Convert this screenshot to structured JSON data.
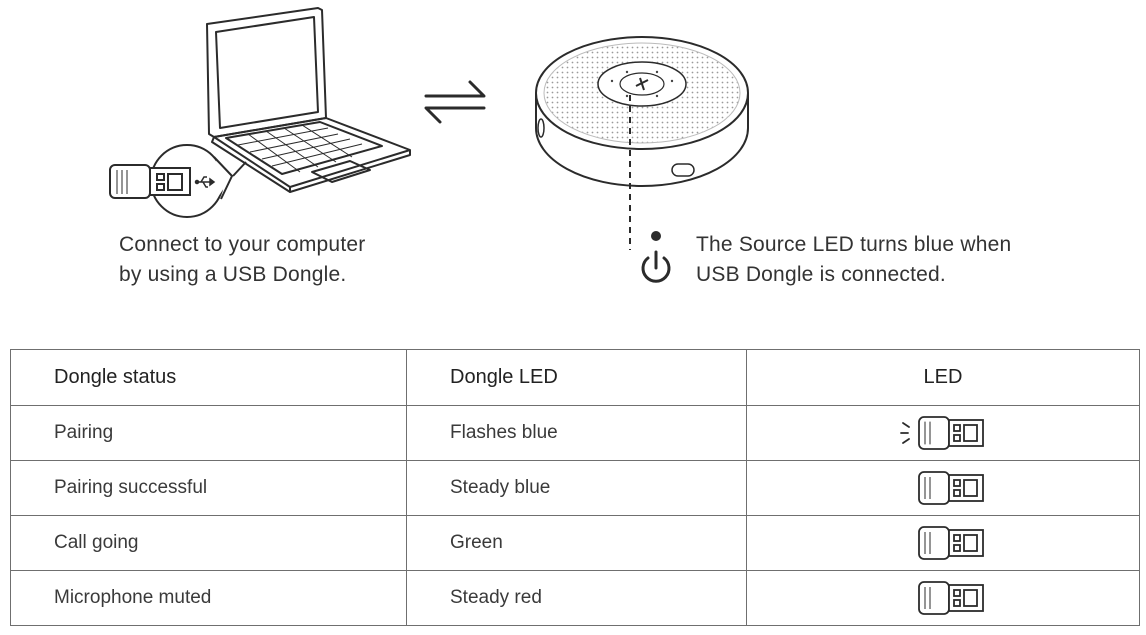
{
  "illustration": {
    "left_caption": [
      "Connect to your computer",
      "by using a USB Dongle."
    ],
    "right_caption": [
      "The Source LED turns blue when",
      "USB Dongle is connected."
    ],
    "icons": [
      "laptop-icon",
      "usb-dongle-icon",
      "usb-symbol-icon",
      "bidirectional-arrows-icon",
      "speakerphone-icon",
      "power-icon"
    ]
  },
  "table": {
    "headers": [
      "Dongle status",
      "Dongle LED",
      "LED"
    ],
    "rows": [
      {
        "status": "Pairing",
        "led": "Flashes blue",
        "icon": "dongle-flashing-icon"
      },
      {
        "status": "Pairing successful",
        "led": "Steady blue",
        "icon": "dongle-icon"
      },
      {
        "status": "Call going",
        "led": "Green",
        "icon": "dongle-icon"
      },
      {
        "status": "Microphone muted",
        "led": "Steady red",
        "icon": "dongle-icon"
      }
    ]
  }
}
